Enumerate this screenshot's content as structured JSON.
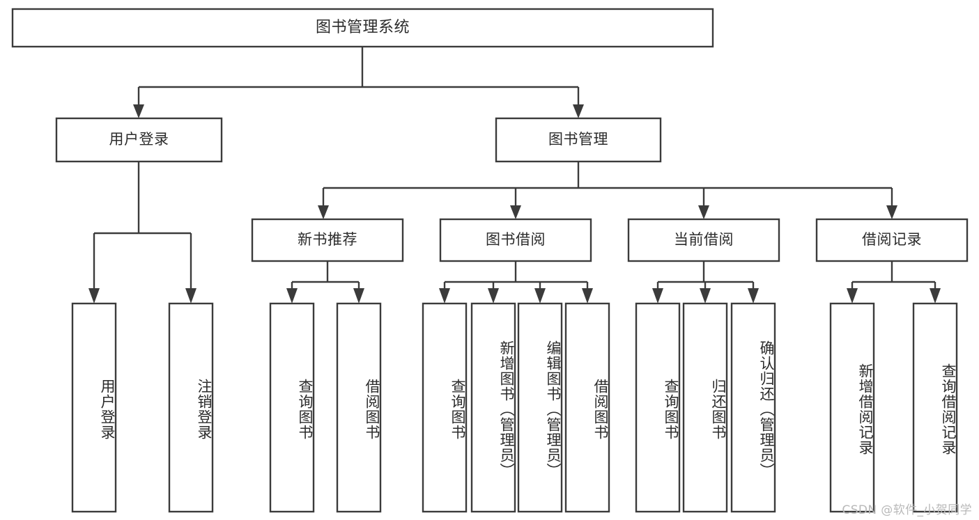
{
  "diagram": {
    "title": "图书管理系统",
    "type": "tree-hierarchy-diagram",
    "colors": {
      "box_stroke": "#3b3b3b",
      "box_fill": "#ffffff",
      "text": "#2b2b2b",
      "background": "#ffffff",
      "watermark": "#b9b9b9"
    },
    "root": {
      "label": "图书管理系统"
    },
    "level2": [
      {
        "label": "用户登录"
      },
      {
        "label": "图书管理"
      }
    ],
    "level3": [
      {
        "label": "新书推荐"
      },
      {
        "label": "图书借阅"
      },
      {
        "label": "当前借阅"
      },
      {
        "label": "借阅记录"
      }
    ],
    "leaves": {
      "user_login": [
        {
          "label": "用户登录"
        },
        {
          "label": "注销登录"
        }
      ],
      "new_book_recommend": [
        {
          "label": "查询图书"
        },
        {
          "label": "借阅图书"
        }
      ],
      "book_borrow": [
        {
          "label": "查询图书"
        },
        {
          "label": "新增图书（管理员）"
        },
        {
          "label": "编辑图书（管理员）"
        },
        {
          "label": "借阅图书"
        }
      ],
      "current_borrow": [
        {
          "label": "查询图书"
        },
        {
          "label": "归还图书"
        },
        {
          "label": "确认归还（管理员）"
        }
      ],
      "borrow_record": [
        {
          "label": "新增借阅记录"
        },
        {
          "label": "查询借阅记录"
        }
      ]
    }
  },
  "watermark": {
    "text": "CSDN @软件_小贺同学"
  }
}
